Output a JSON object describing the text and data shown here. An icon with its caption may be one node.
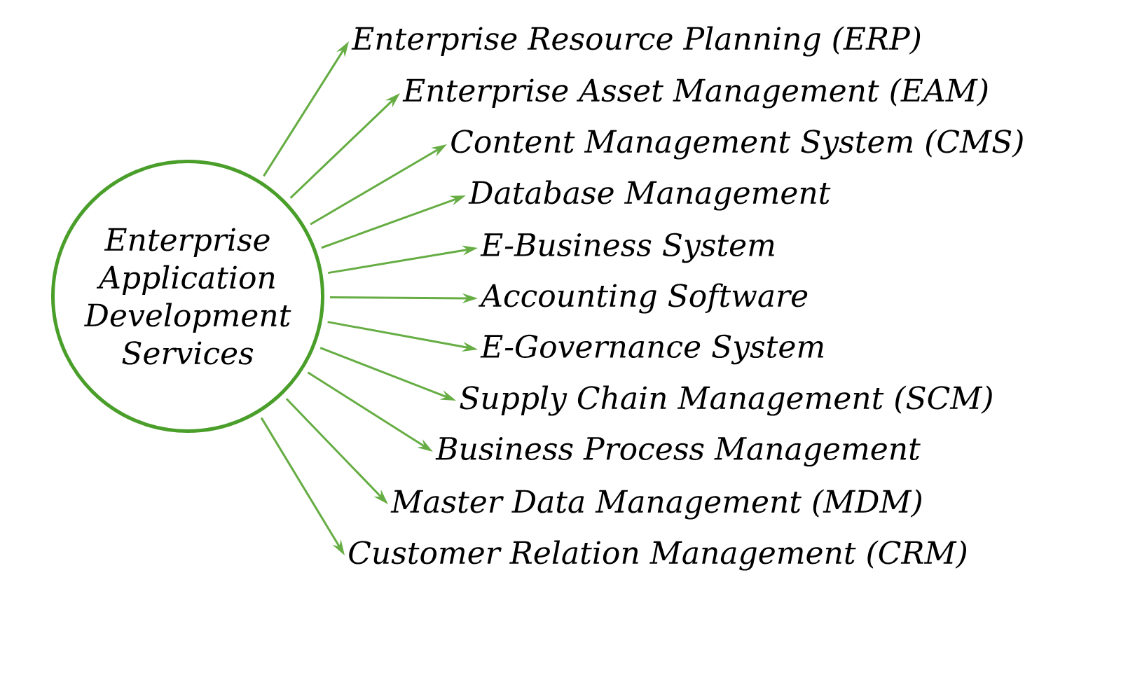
{
  "diagram": {
    "nodes": [
      {
        "text": [
          "Enterprise Application Development Services"
        ]
      },
      {
        "text": [
          "Enterprise Resource Planning (ERP)"
        ]
      },
      {
        "text": [
          "Enterprise Asset Management (EAM)"
        ]
      },
      {
        "text": [
          "Content Management System (CMS)"
        ]
      },
      {
        "text": [
          "Database Management"
        ]
      },
      {
        "text": [
          "E-Business System"
        ]
      },
      {
        "text": [
          "Accounting Software"
        ]
      },
      {
        "text": [
          "E-Governance System"
        ]
      },
      {
        "text": [
          "Supply Chain Management (SCM)"
        ]
      },
      {
        "text": [
          "Business Process Management"
        ]
      },
      {
        "text": [
          "Master Data Management (MDM)"
        ]
      },
      {
        "text": [
          "Customer Relation Management (CRM)"
        ]
      }
    ],
    "edges": [
      {
        "from": 0,
        "to": 1,
        "arrow": "to"
      },
      {
        "from": 0,
        "to": 2,
        "arrow": "to"
      },
      {
        "from": 0,
        "to": 3,
        "arrow": "to"
      },
      {
        "from": 0,
        "to": 4,
        "arrow": "to"
      },
      {
        "from": 0,
        "to": 5,
        "arrow": "to"
      },
      {
        "from": 0,
        "to": 6,
        "arrow": "to"
      },
      {
        "from": 0,
        "to": 7,
        "arrow": "to"
      },
      {
        "from": 0,
        "to": 8,
        "arrow": "to"
      },
      {
        "from": 0,
        "to": 9,
        "arrow": "to"
      },
      {
        "from": 0,
        "to": 10,
        "arrow": "to"
      },
      {
        "from": 0,
        "to": 11,
        "arrow": "to"
      }
    ]
  }
}
